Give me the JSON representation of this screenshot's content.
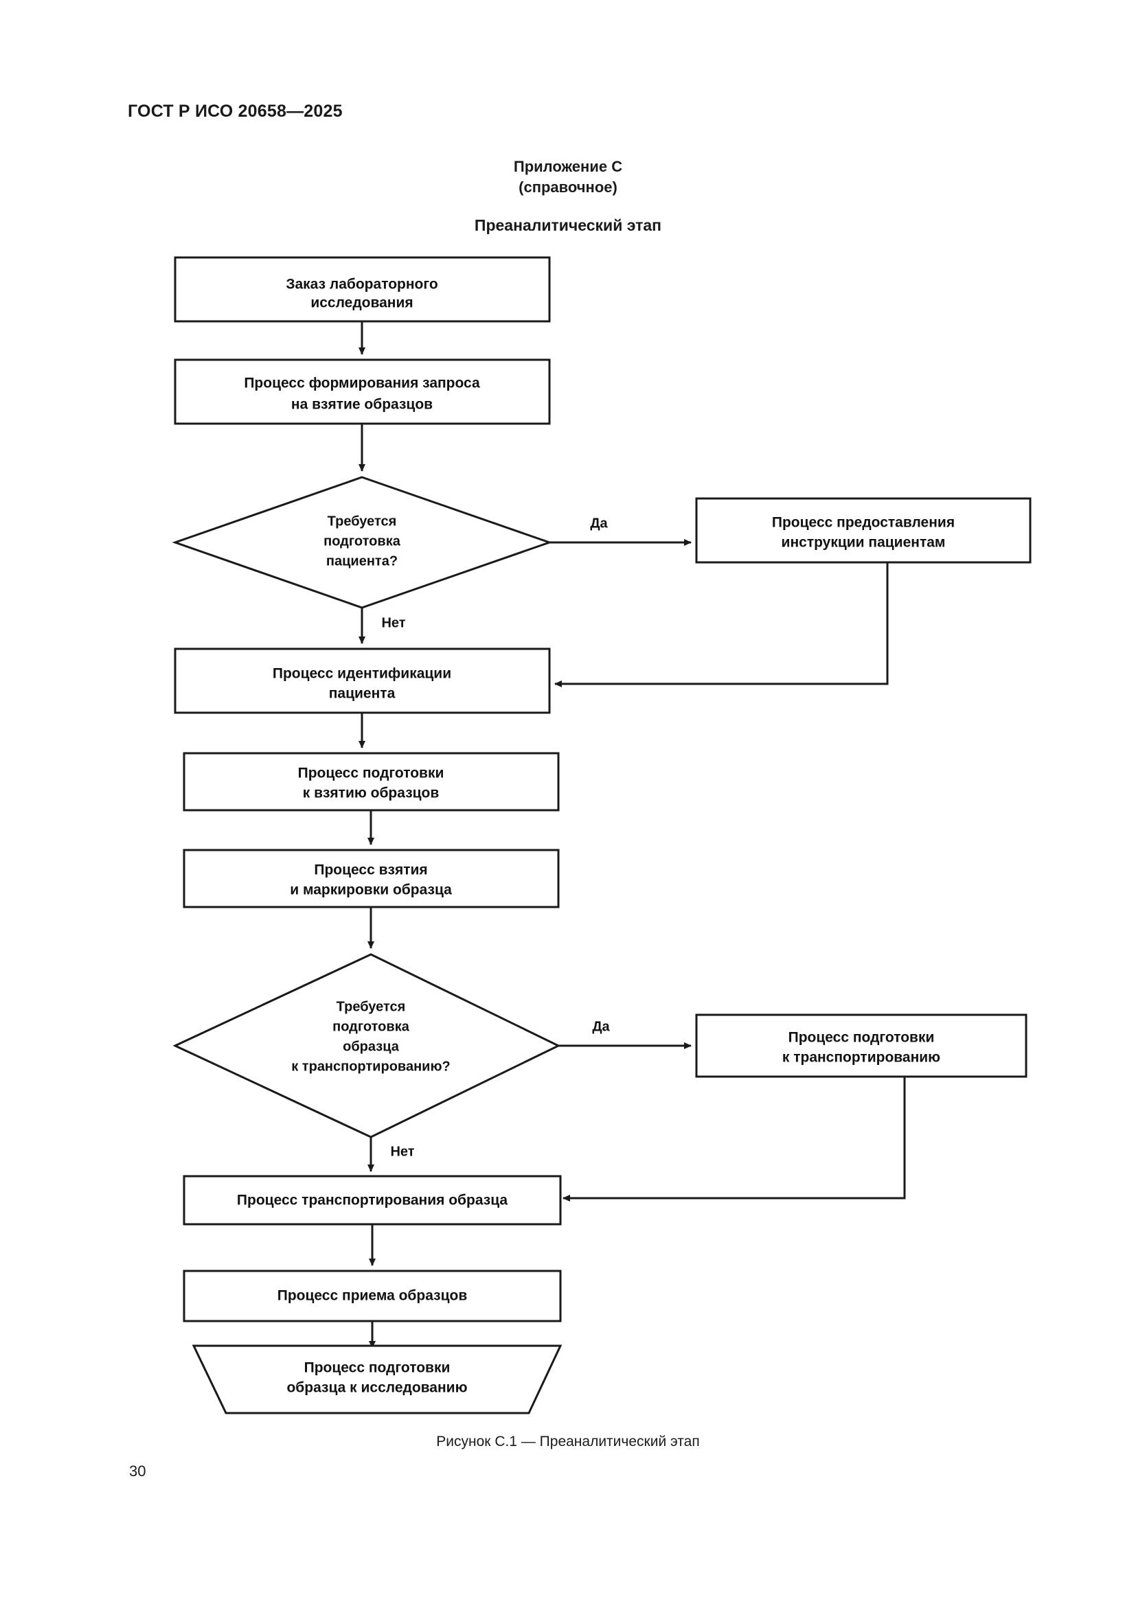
{
  "document": {
    "header": "ГОСТ Р ИСО 20658—2025",
    "page_number": "30"
  },
  "annex": {
    "title": "Приложение С",
    "subtitle": "(справочное)",
    "section_title": "Преаналитический этап"
  },
  "figure": {
    "caption": "Рисунок С.1 — Преаналитический этап"
  },
  "chart_data": {
    "type": "diagram",
    "diagram_kind": "flowchart",
    "title": "Преаналитический этап",
    "orientation": "top-to-bottom",
    "nodes": [
      {
        "id": "n1",
        "shape": "rectangle",
        "lines": [
          "Заказ лабораторного",
          "исследования"
        ],
        "column": "main"
      },
      {
        "id": "n2",
        "shape": "rectangle",
        "lines": [
          "Процесс формирования запроса",
          "на взятие образцов"
        ],
        "column": "main"
      },
      {
        "id": "d1",
        "shape": "diamond",
        "lines": [
          "Требуется",
          "подготовка",
          "пациента?"
        ],
        "column": "main"
      },
      {
        "id": "r1",
        "shape": "rectangle",
        "lines": [
          "Процесс предоставления",
          "инструкции пациентам"
        ],
        "column": "right"
      },
      {
        "id": "n3",
        "shape": "rectangle",
        "lines": [
          "Процесс идентификации",
          "пациента"
        ],
        "column": "main"
      },
      {
        "id": "n4",
        "shape": "rectangle",
        "lines": [
          "Процесс подготовки",
          "к взятию образцов"
        ],
        "column": "main"
      },
      {
        "id": "n5",
        "shape": "rectangle",
        "lines": [
          "Процесс взятия",
          "и маркировки образца"
        ],
        "column": "main"
      },
      {
        "id": "d2",
        "shape": "diamond",
        "lines": [
          "Требуется",
          "подготовка",
          "образца",
          "к транспортированию?"
        ],
        "column": "main"
      },
      {
        "id": "r2",
        "shape": "rectangle",
        "lines": [
          "Процесс подготовки",
          "к транспортированию"
        ],
        "column": "right"
      },
      {
        "id": "n6",
        "shape": "rectangle",
        "lines": [
          "Процесс транспортирования образца"
        ],
        "column": "main"
      },
      {
        "id": "n7",
        "shape": "rectangle",
        "lines": [
          "Процесс приема образцов"
        ],
        "column": "main"
      },
      {
        "id": "n8",
        "shape": "trapezoid",
        "lines": [
          "Процесс подготовки",
          "образца к исследованию"
        ],
        "column": "main"
      }
    ],
    "edges": [
      {
        "from": "n1",
        "to": "n2",
        "label": ""
      },
      {
        "from": "n2",
        "to": "d1",
        "label": ""
      },
      {
        "from": "d1",
        "to": "r1",
        "label": "Да"
      },
      {
        "from": "d1",
        "to": "n3",
        "label": "Нет"
      },
      {
        "from": "r1",
        "to": "n3",
        "label": ""
      },
      {
        "from": "n3",
        "to": "n4",
        "label": ""
      },
      {
        "from": "n4",
        "to": "n5",
        "label": ""
      },
      {
        "from": "n5",
        "to": "d2",
        "label": ""
      },
      {
        "from": "d2",
        "to": "r2",
        "label": "Да"
      },
      {
        "from": "d2",
        "to": "n6",
        "label": "Нет"
      },
      {
        "from": "r2",
        "to": "n6",
        "label": ""
      },
      {
        "from": "n6",
        "to": "n7",
        "label": ""
      },
      {
        "from": "n7",
        "to": "n8",
        "label": ""
      }
    ],
    "colors": {
      "stroke": "#1a1a1a",
      "fill": "#ffffff",
      "text": "#111111"
    }
  },
  "flow": {
    "n1_l1": "Заказ лабораторного",
    "n1_l2": "исследования",
    "n2_l1": "Процесс формирования запроса",
    "n2_l2": "на взятие образцов",
    "d1_l1": "Требуется",
    "d1_l2": "подготовка",
    "d1_l3": "пациента?",
    "r1_l1": "Процесс предоставления",
    "r1_l2": "инструкции пациентам",
    "n3_l1": "Процесс идентификации",
    "n3_l2": "пациента",
    "n4_l1": "Процесс подготовки",
    "n4_l2": "к взятию образцов",
    "n5_l1": "Процесс взятия",
    "n5_l2": "и маркировки образца",
    "d2_l1": "Требуется",
    "d2_l2": "подготовка",
    "d2_l3": "образца",
    "d2_l4": "к транспортированию?",
    "r2_l1": "Процесс подготовки",
    "r2_l2": "к транспортированию",
    "n6_l1": "Процесс транспортирования образца",
    "n7_l1": "Процесс приема образцов",
    "n8_l1": "Процесс подготовки",
    "n8_l2": "образца к исследованию",
    "yes_1": "Да",
    "no_1": "Нет",
    "yes_2": "Да",
    "no_2": "Нет"
  }
}
